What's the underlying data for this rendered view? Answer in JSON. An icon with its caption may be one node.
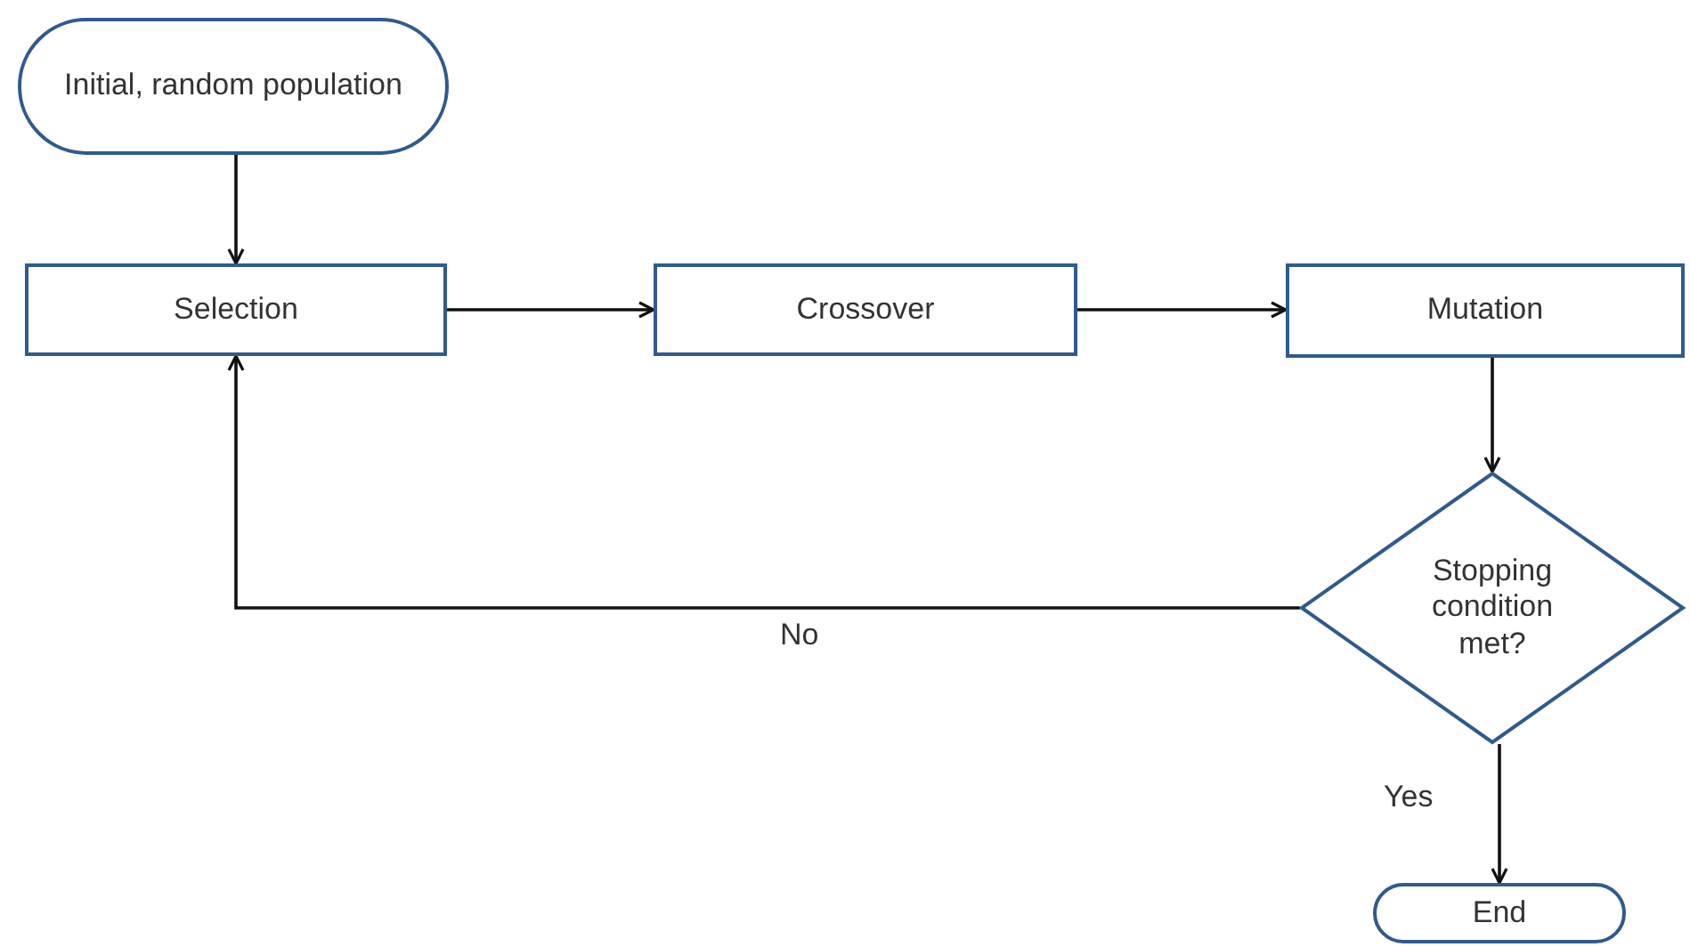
{
  "diagram": {
    "nodes": [
      {
        "text": [
          "Initial, random population"
        ]
      },
      {
        "text": [
          "Selection"
        ]
      },
      {
        "text": [
          "Crossover"
        ]
      },
      {
        "text": [
          "Mutation"
        ]
      },
      {
        "text": [
          "Stopping condition met?"
        ]
      },
      {
        "text": [
          "End"
        ]
      }
    ],
    "edges": [
      {
        "from": 0,
        "to": 1,
        "arrow": "to"
      },
      {
        "from": 1,
        "to": 2,
        "arrow": "to"
      },
      {
        "from": 2,
        "to": 3,
        "arrow": "to"
      },
      {
        "from": 3,
        "to": 4,
        "arrow": "to"
      },
      {
        "from": 4,
        "to": 1,
        "arrow": "to",
        "label": "No"
      },
      {
        "from": 4,
        "to": 5,
        "arrow": "to",
        "label": "Yes"
      }
    ]
  }
}
